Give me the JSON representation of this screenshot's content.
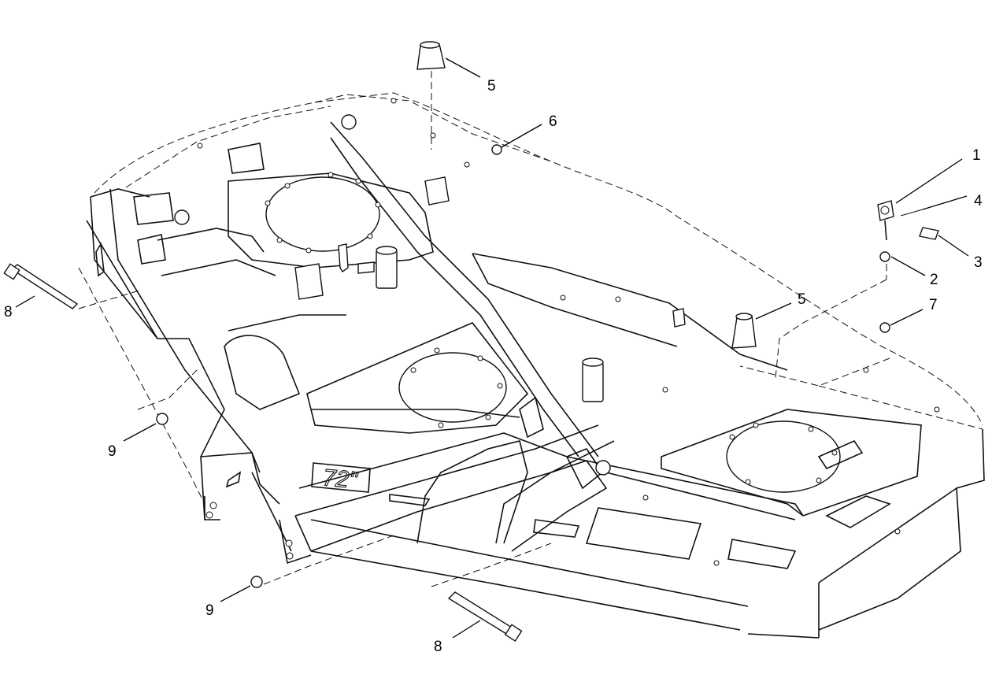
{
  "diagram": {
    "deck_marking": "72\"",
    "callouts": [
      {
        "id": "c1",
        "label": "1"
      },
      {
        "id": "c2",
        "label": "2"
      },
      {
        "id": "c3",
        "label": "3"
      },
      {
        "id": "c4",
        "label": "4"
      },
      {
        "id": "c5a",
        "label": "5"
      },
      {
        "id": "c5b",
        "label": "5"
      },
      {
        "id": "c6",
        "label": "6"
      },
      {
        "id": "c7",
        "label": "7"
      },
      {
        "id": "c8a",
        "label": "8"
      },
      {
        "id": "c8b",
        "label": "8"
      },
      {
        "id": "c9a",
        "label": "9"
      },
      {
        "id": "c9b",
        "label": "9"
      }
    ]
  }
}
